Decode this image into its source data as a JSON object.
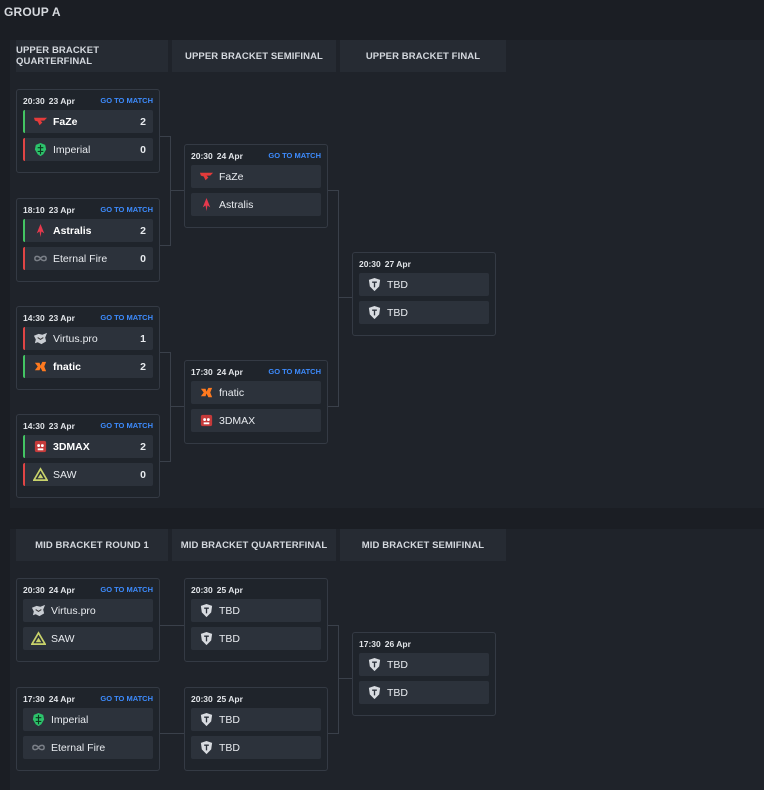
{
  "group_title": "GROUP A",
  "upper_headers": [
    "UPPER BRACKET QUARTERFINAL",
    "UPPER BRACKET SEMIFINAL",
    "UPPER BRACKET FINAL"
  ],
  "mid_headers": [
    "MID BRACKET ROUND 1",
    "MID BRACKET QUARTERFINAL",
    "MID BRACKET SEMIFINAL"
  ],
  "goto_label": "GO TO MATCH",
  "matches": {
    "uq1": {
      "time": "20:30",
      "date": "23 Apr",
      "goto": true,
      "teams": [
        {
          "name": "FaZe",
          "score": "2",
          "logo": "faze-logo",
          "result": "win"
        },
        {
          "name": "Imperial",
          "score": "0",
          "logo": "imperial-logo",
          "result": "lose"
        }
      ]
    },
    "uq2": {
      "time": "18:10",
      "date": "23 Apr",
      "goto": true,
      "teams": [
        {
          "name": "Astralis",
          "score": "2",
          "logo": "astralis-logo",
          "result": "win"
        },
        {
          "name": "Eternal Fire",
          "score": "0",
          "logo": "eternal-fire-logo",
          "result": "lose"
        }
      ]
    },
    "uq3": {
      "time": "14:30",
      "date": "23 Apr",
      "goto": true,
      "teams": [
        {
          "name": "Virtus.pro",
          "score": "1",
          "logo": "virtuspro-logo",
          "result": "lose"
        },
        {
          "name": "fnatic",
          "score": "2",
          "logo": "fnatic-logo",
          "result": "win"
        }
      ]
    },
    "uq4": {
      "time": "14:30",
      "date": "23 Apr",
      "goto": true,
      "teams": [
        {
          "name": "3DMAX",
          "score": "2",
          "logo": "3dmax-logo",
          "result": "win"
        },
        {
          "name": "SAW",
          "score": "0",
          "logo": "saw-logo",
          "result": "lose"
        }
      ]
    },
    "us1": {
      "time": "20:30",
      "date": "24 Apr",
      "goto": true,
      "teams": [
        {
          "name": "FaZe",
          "score": "",
          "logo": "faze-logo",
          "result": "none"
        },
        {
          "name": "Astralis",
          "score": "",
          "logo": "astralis-logo",
          "result": "none"
        }
      ]
    },
    "us2": {
      "time": "17:30",
      "date": "24 Apr",
      "goto": true,
      "teams": [
        {
          "name": "fnatic",
          "score": "",
          "logo": "fnatic-logo",
          "result": "none"
        },
        {
          "name": "3DMAX",
          "score": "",
          "logo": "3dmax-logo",
          "result": "none"
        }
      ]
    },
    "uf": {
      "time": "20:30",
      "date": "27 Apr",
      "goto": false,
      "teams": [
        {
          "name": "TBD",
          "score": "",
          "logo": "tbd-shield-logo",
          "result": "none"
        },
        {
          "name": "TBD",
          "score": "",
          "logo": "tbd-shield-logo",
          "result": "none"
        }
      ]
    },
    "mr1": {
      "time": "20:30",
      "date": "24 Apr",
      "goto": true,
      "teams": [
        {
          "name": "Virtus.pro",
          "score": "",
          "logo": "virtuspro-logo",
          "result": "none"
        },
        {
          "name": "SAW",
          "score": "",
          "logo": "saw-logo",
          "result": "none"
        }
      ]
    },
    "mr2": {
      "time": "17:30",
      "date": "24 Apr",
      "goto": true,
      "teams": [
        {
          "name": "Imperial",
          "score": "",
          "logo": "imperial-logo",
          "result": "none"
        },
        {
          "name": "Eternal Fire",
          "score": "",
          "logo": "eternal-fire-logo",
          "result": "none"
        }
      ]
    },
    "mq1": {
      "time": "20:30",
      "date": "25 Apr",
      "goto": false,
      "teams": [
        {
          "name": "TBD",
          "score": "",
          "logo": "tbd-shield-logo",
          "result": "none"
        },
        {
          "name": "TBD",
          "score": "",
          "logo": "tbd-shield-logo",
          "result": "none"
        }
      ]
    },
    "mq2": {
      "time": "20:30",
      "date": "25 Apr",
      "goto": false,
      "teams": [
        {
          "name": "TBD",
          "score": "",
          "logo": "tbd-shield-logo",
          "result": "none"
        },
        {
          "name": "TBD",
          "score": "",
          "logo": "tbd-shield-logo",
          "result": "none"
        }
      ]
    },
    "ms": {
      "time": "17:30",
      "date": "26 Apr",
      "goto": false,
      "teams": [
        {
          "name": "TBD",
          "score": "",
          "logo": "tbd-shield-logo",
          "result": "none"
        },
        {
          "name": "TBD",
          "score": "",
          "logo": "tbd-shield-logo",
          "result": "none"
        }
      ]
    }
  },
  "colors": {
    "win": "#43c463",
    "lose": "#e04545",
    "link": "#3d8bfd",
    "faze": "#e43b3b",
    "fnatic": "#ff7a1f",
    "imperial": "#2cc36b",
    "saw": "#c9d36b",
    "astralis": "#e6394d"
  }
}
